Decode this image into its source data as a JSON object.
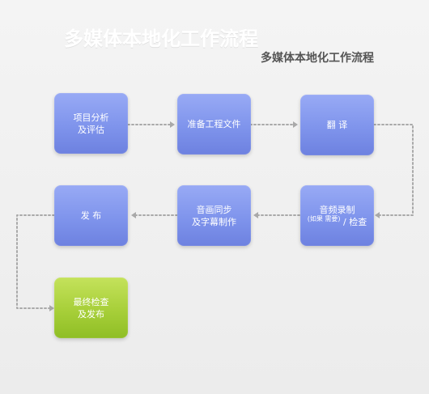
{
  "title": {
    "main": "多媒体本地化工作流程",
    "sub": "多媒体本地化工作流程"
  },
  "nodes": [
    {
      "id": "project-analysis",
      "label": "项目分析\n及评估",
      "color": "#7f94ec"
    },
    {
      "id": "prepare-files",
      "label": "准备工程文件",
      "color": "#7f94ec"
    },
    {
      "id": "translation",
      "label": "翻 译",
      "color": "#7f94ec"
    },
    {
      "id": "audio-recording",
      "label_main": "音频录制",
      "label_note": "(如果\n需要)",
      "label_end": "/ 检查",
      "color": "#7f94ec"
    },
    {
      "id": "sync-subtitles",
      "label": "音画同步\n及字幕制作",
      "color": "#7f94ec"
    },
    {
      "id": "publish",
      "label": "发 布",
      "color": "#7f94ec"
    },
    {
      "id": "final-check",
      "label": "最终检查\n及发布",
      "color": "#a7cf39"
    }
  ],
  "colors": {
    "blue_box": "#7f94ec",
    "green_box": "#a7cf39",
    "connector": "#a9a9a9",
    "title_white": "#ffffff",
    "subtitle_gray": "#555555"
  }
}
